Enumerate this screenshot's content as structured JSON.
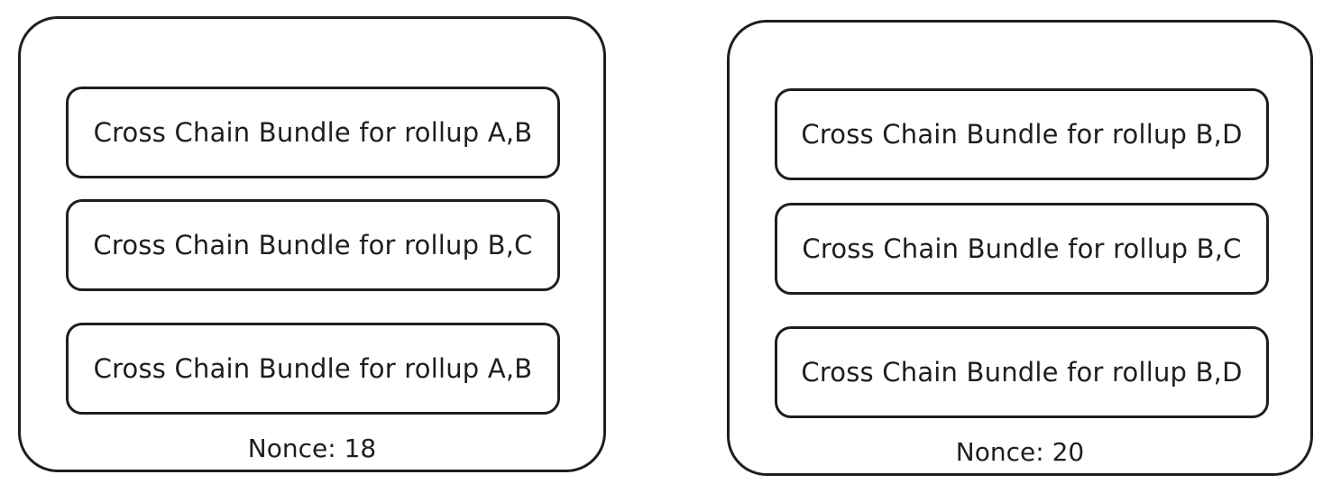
{
  "blocks": [
    {
      "bundles": [
        "Cross Chain Bundle for rollup A,B",
        "Cross Chain Bundle for rollup B,C",
        "Cross Chain Bundle for rollup A,B"
      ],
      "nonce_label": "Nonce: 18"
    },
    {
      "bundles": [
        "Cross Chain Bundle for rollup B,D",
        "Cross Chain Bundle for rollup B,C",
        "Cross Chain Bundle for rollup B,D"
      ],
      "nonce_label": "Nonce: 20"
    }
  ]
}
